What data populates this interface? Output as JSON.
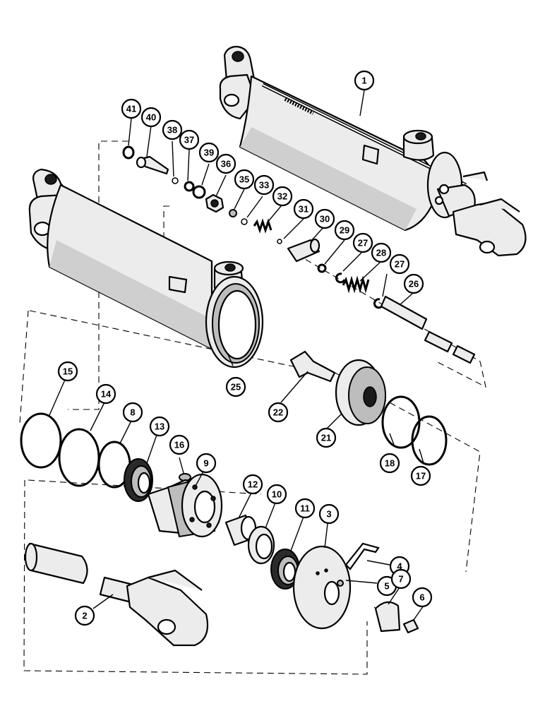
{
  "callouts": [
    {
      "id": "1",
      "label": "1"
    },
    {
      "id": "2",
      "label": "2"
    },
    {
      "id": "3",
      "label": "3"
    },
    {
      "id": "4",
      "label": "4"
    },
    {
      "id": "5",
      "label": "5"
    },
    {
      "id": "6",
      "label": "6"
    },
    {
      "id": "7",
      "label": "7"
    },
    {
      "id": "8",
      "label": "8"
    },
    {
      "id": "9",
      "label": "9"
    },
    {
      "id": "10",
      "label": "10"
    },
    {
      "id": "11",
      "label": "11"
    },
    {
      "id": "12",
      "label": "12"
    },
    {
      "id": "13",
      "label": "13"
    },
    {
      "id": "14",
      "label": "14"
    },
    {
      "id": "15",
      "label": "15"
    },
    {
      "id": "16",
      "label": "16"
    },
    {
      "id": "17",
      "label": "17"
    },
    {
      "id": "18",
      "label": "18"
    },
    {
      "id": "21",
      "label": "21"
    },
    {
      "id": "22",
      "label": "22"
    },
    {
      "id": "25",
      "label": "25"
    },
    {
      "id": "26",
      "label": "26"
    },
    {
      "id": "27a",
      "label": "27"
    },
    {
      "id": "27b",
      "label": "27"
    },
    {
      "id": "28",
      "label": "28"
    },
    {
      "id": "29",
      "label": "29"
    },
    {
      "id": "30",
      "label": "30"
    },
    {
      "id": "31",
      "label": "31"
    },
    {
      "id": "32",
      "label": "32"
    },
    {
      "id": "33",
      "label": "33"
    },
    {
      "id": "35",
      "label": "35"
    },
    {
      "id": "36",
      "label": "36"
    },
    {
      "id": "37",
      "label": "37"
    },
    {
      "id": "38",
      "label": "38"
    },
    {
      "id": "39",
      "label": "39"
    },
    {
      "id": "40",
      "label": "40"
    },
    {
      "id": "41",
      "label": "41"
    }
  ]
}
